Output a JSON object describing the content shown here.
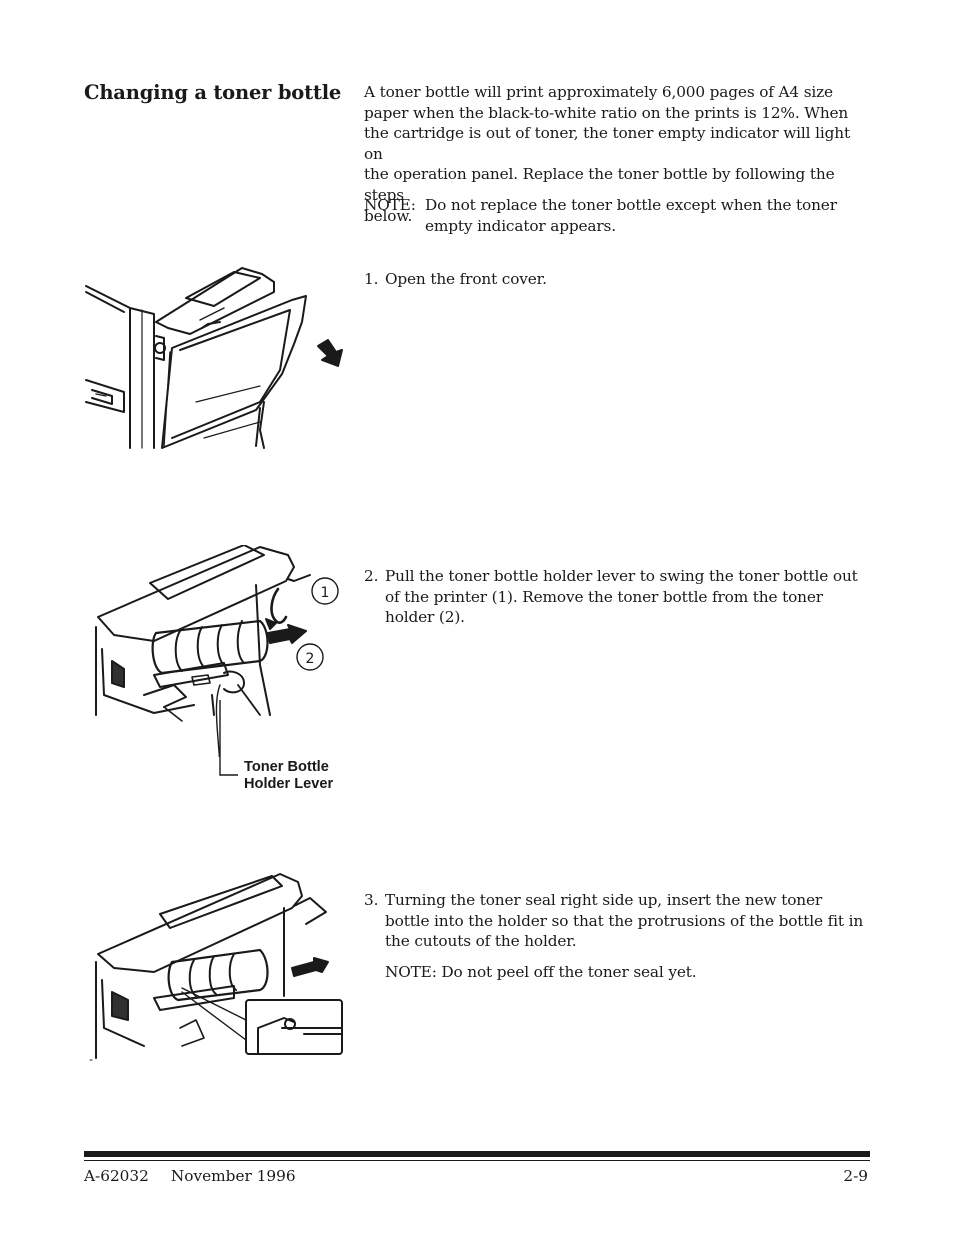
{
  "section": {
    "title": "Changing a toner bottle"
  },
  "intro": {
    "lines": [
      "A toner bottle will print approximately 6,000 pages of A4 size",
      "paper when the black-to-white ratio on the prints is 12%.   When",
      "the cartridge is out of toner, the toner empty indicator will light on",
      "the operation panel. Replace the toner bottle by following the steps",
      "below."
    ]
  },
  "note1": {
    "label": "NOTE:",
    "line1": "Do not replace the toner bottle except when the toner",
    "line2": "empty indicator appears."
  },
  "steps": [
    {
      "number": "1.",
      "lines": [
        "Open the front cover."
      ]
    },
    {
      "number": "2.",
      "lines": [
        "Pull the toner bottle holder lever to swing the toner bottle out",
        "of the printer (1).  Remove the toner bottle from the toner",
        "holder (2)."
      ]
    },
    {
      "number": "3.",
      "lines": [
        "Turning the toner seal right side up, insert the new toner",
        "bottle into the holder so that the protrusions of the bottle fit in",
        "the cutouts of the holder."
      ],
      "note": "NOTE:  Do not peel off the toner seal yet."
    }
  ],
  "illustrations": {
    "figure2_callouts": [
      "1",
      "2"
    ],
    "figure2_label_line1": "Toner Bottle",
    "figure2_label_line2": "Holder Lever"
  },
  "footer": {
    "doc_number": "A-62032",
    "date": "November 1996",
    "page": "2-9"
  }
}
